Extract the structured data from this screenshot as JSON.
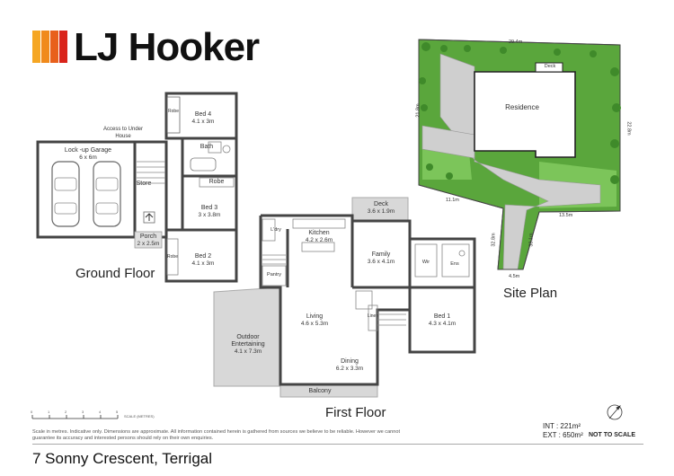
{
  "brand": {
    "name": "LJ Hooker",
    "bar_colors": [
      "#f5a623",
      "#f08a1c",
      "#e8601c",
      "#d9241b"
    ]
  },
  "ground_floor": {
    "title": "Ground Floor",
    "rooms": [
      {
        "id": "garage",
        "name": "Lock -up Garage",
        "size": "6 x 6m"
      },
      {
        "id": "store",
        "name": "Store",
        "size": ""
      },
      {
        "id": "porch",
        "name": "Porch",
        "size": "2 x 2.5m"
      },
      {
        "id": "bed4",
        "name": "Bed 4",
        "size": "4.1 x 3m"
      },
      {
        "id": "bath",
        "name": "Bath",
        "size": ""
      },
      {
        "id": "robe1",
        "name": "Robe",
        "size": ""
      },
      {
        "id": "robe2",
        "name": "Robe",
        "size": ""
      },
      {
        "id": "bed3",
        "name": "Bed 3",
        "size": "3 x 3.8m"
      },
      {
        "id": "bed2",
        "name": "Bed 2",
        "size": "4.1 x 3m"
      },
      {
        "id": "robe3",
        "name": "Robe",
        "size": ""
      }
    ],
    "access_note": "Access to Under House"
  },
  "first_floor": {
    "title": "First Floor",
    "rooms": [
      {
        "id": "kitchen",
        "name": "Kitchen",
        "size": "4.2 x 2.6m"
      },
      {
        "id": "ldry",
        "name": "L'dry",
        "size": ""
      },
      {
        "id": "pantry",
        "name": "Pantry",
        "size": ""
      },
      {
        "id": "deck",
        "name": "Deck",
        "size": "3.6 x 1.9m"
      },
      {
        "id": "family",
        "name": "Family",
        "size": "3.6 x 4.1m"
      },
      {
        "id": "wir",
        "name": "Wir",
        "size": ""
      },
      {
        "id": "ens",
        "name": "Ens",
        "size": ""
      },
      {
        "id": "living",
        "name": "Living",
        "size": "4.6 x 5.3m"
      },
      {
        "id": "linen",
        "name": "Linen",
        "size": ""
      },
      {
        "id": "bed1",
        "name": "Bed 1",
        "size": "4.3 x 4.1m"
      },
      {
        "id": "dining",
        "name": "Dining",
        "size": "6.2 x 3.3m"
      },
      {
        "id": "outdoor",
        "name": "Outdoor Entertaining",
        "size": "4.1 x 7.3m"
      },
      {
        "id": "balcony",
        "name": "Balcony",
        "size": ""
      }
    ]
  },
  "site_plan": {
    "title": "Site Plan",
    "labels": {
      "residence": "Residence",
      "deck": "Deck"
    },
    "dimensions": {
      "top": "29.4m",
      "left": "21.8m",
      "right": "22.8m",
      "mid": "11.1m",
      "lower": "13.5m",
      "drive_left": "32.8m",
      "drive_right": "33.1m",
      "bottom": "4.5m"
    }
  },
  "scale": {
    "label": "SCALE (METRES)",
    "ticks": [
      "0",
      "1",
      "2",
      "3",
      "4",
      "5"
    ]
  },
  "disclaimer": "Scale in metres. Indicative only. Dimensions are approximate. All information contained herein is gathered from sources we believe to be reliable. However we cannot guarantee its accuracy and interested persons should rely on their own enquiries.",
  "areas": {
    "int": "INT : 221m²",
    "ext": "EXT : 650m²"
  },
  "not_to_scale": "NOT TO SCALE",
  "address": "7 Sonny Crescent, Terrigal"
}
